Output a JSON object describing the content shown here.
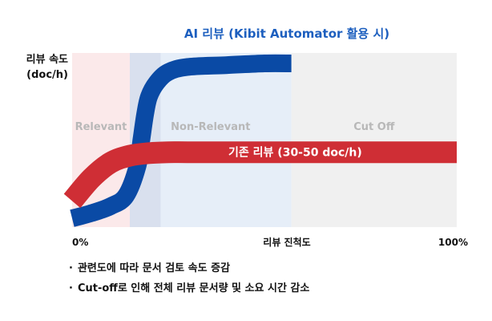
{
  "chart_data": {
    "type": "line",
    "title": "AI 리뷰 (Kibit Automator 활용 시)",
    "ylabel_line1": "리뷰 속도",
    "ylabel_line2": "(doc/h)",
    "xlabel": "리뷰 진척도",
    "x_min_label": "0%",
    "x_max_label": "100%",
    "xlim": [
      0,
      100
    ],
    "ylim": [
      0,
      100
    ],
    "zones": [
      {
        "name": "Relevant",
        "from": 0,
        "to": 15,
        "color": "#fbe9ea"
      },
      {
        "name": "Non-Relevant",
        "from": 15,
        "to": 57,
        "color": "#e6eef8"
      },
      {
        "name": "Cut Off",
        "from": 57,
        "to": 100,
        "color": "#f0f0f0"
      }
    ],
    "overlap_zone": {
      "from": 15,
      "to": 23,
      "color": "#d9e0ee"
    },
    "series": [
      {
        "name": "AI 리뷰 (Kibit Automator 활용 시)",
        "color": "#0a4aa5",
        "end_x": 57,
        "x": [
          0,
          5,
          10,
          14,
          17,
          18,
          19,
          20,
          22,
          25,
          30,
          40,
          50,
          57
        ],
        "y": [
          5,
          8,
          12,
          18,
          35,
          50,
          65,
          75,
          83,
          89,
          92,
          93,
          94,
          94
        ]
      },
      {
        "name": "기존 리뷰 (30-50 doc/h)",
        "color": "#cf2e35",
        "end_x": 100,
        "x": [
          0,
          5,
          10,
          15,
          20,
          25,
          30,
          40,
          60,
          80,
          100
        ],
        "y": [
          15,
          28,
          37,
          41,
          42.5,
          43,
          43,
          43,
          43,
          43,
          43
        ]
      }
    ]
  },
  "notes": [
    "관련도에 따라 문서 검토 속도 증감",
    "Cut-off로 인해 전체 리뷰 문서량 및 소요 시간 감소"
  ],
  "bullet": "·"
}
